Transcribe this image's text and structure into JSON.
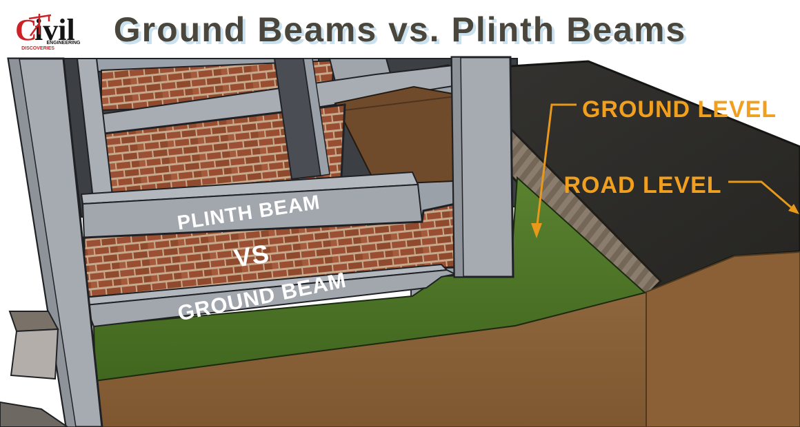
{
  "brand": {
    "c": "C",
    "rest": "ivil",
    "engineering": "ENGINEERING",
    "discoveries": "DISCOVERIES"
  },
  "title": "Ground Beams vs. Plinth Beams",
  "beam_labels": {
    "plinth": "PLINTH BEAM",
    "vs": "VS",
    "ground": "GROUND BEAM"
  },
  "level_labels": {
    "ground": "GROUND LEVEL",
    "road": "ROAD LEVEL"
  },
  "colors": {
    "title_text": "#4a463c",
    "title_shadow": "#c9e0ee",
    "label_orange": "#f0a01e",
    "beam_label_text": "#ffffff",
    "concrete": "#a2a7ae",
    "concrete_light": "#b3b8be",
    "concrete_dark": "#6b7077",
    "void_shadow": "#3c3f44",
    "brick": "#9b5035",
    "mortar": "#c7a98c",
    "grass": "#4d7526",
    "soil": "#8c6037",
    "road": "#2d2c29",
    "curb": "#8b7d6d",
    "inner_wood": "#6f4b2c",
    "logo_red": "#cc2127",
    "logo_black": "#141414"
  }
}
